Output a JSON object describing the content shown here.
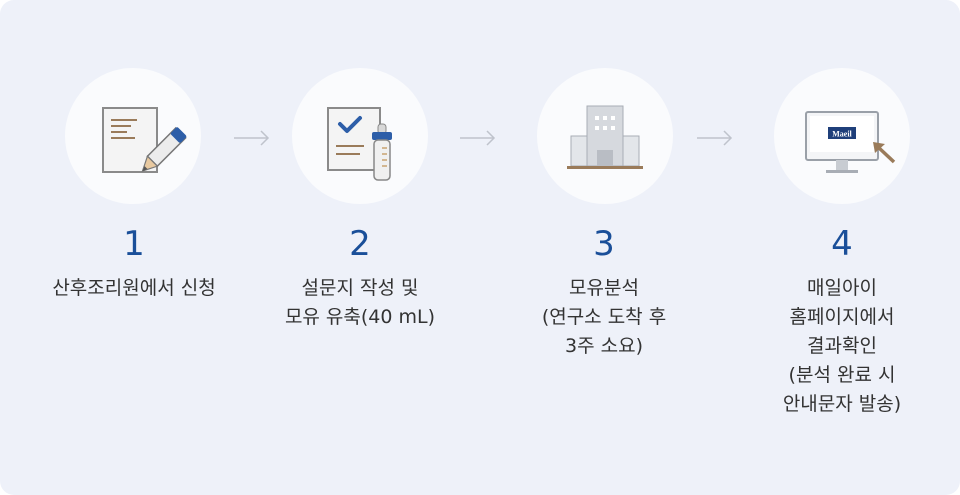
{
  "steps": [
    {
      "number": "1",
      "icon": "form-pencil-icon",
      "lines": [
        "산후조리원에서 신청"
      ]
    },
    {
      "number": "2",
      "icon": "checklist-bottle-icon",
      "lines": [
        "설문지 작성 및",
        "모유 유축(40 mL)"
      ]
    },
    {
      "number": "3",
      "icon": "lab-building-icon",
      "lines": [
        "모유분석",
        "(연구소 도착 후",
        "3주 소요)"
      ]
    },
    {
      "number": "4",
      "icon": "monitor-cursor-icon",
      "lines": [
        "매일아이",
        "홈페이지에서",
        "결과확인",
        "(분석 완료 시",
        "안내문자 발송)"
      ]
    }
  ],
  "monitor_logo": "Maeil",
  "colors": {
    "number": "#1a4f99",
    "panel": "#eef1f9",
    "accent_blue": "#2d5ea8",
    "accent_brown": "#9a7b5a"
  }
}
